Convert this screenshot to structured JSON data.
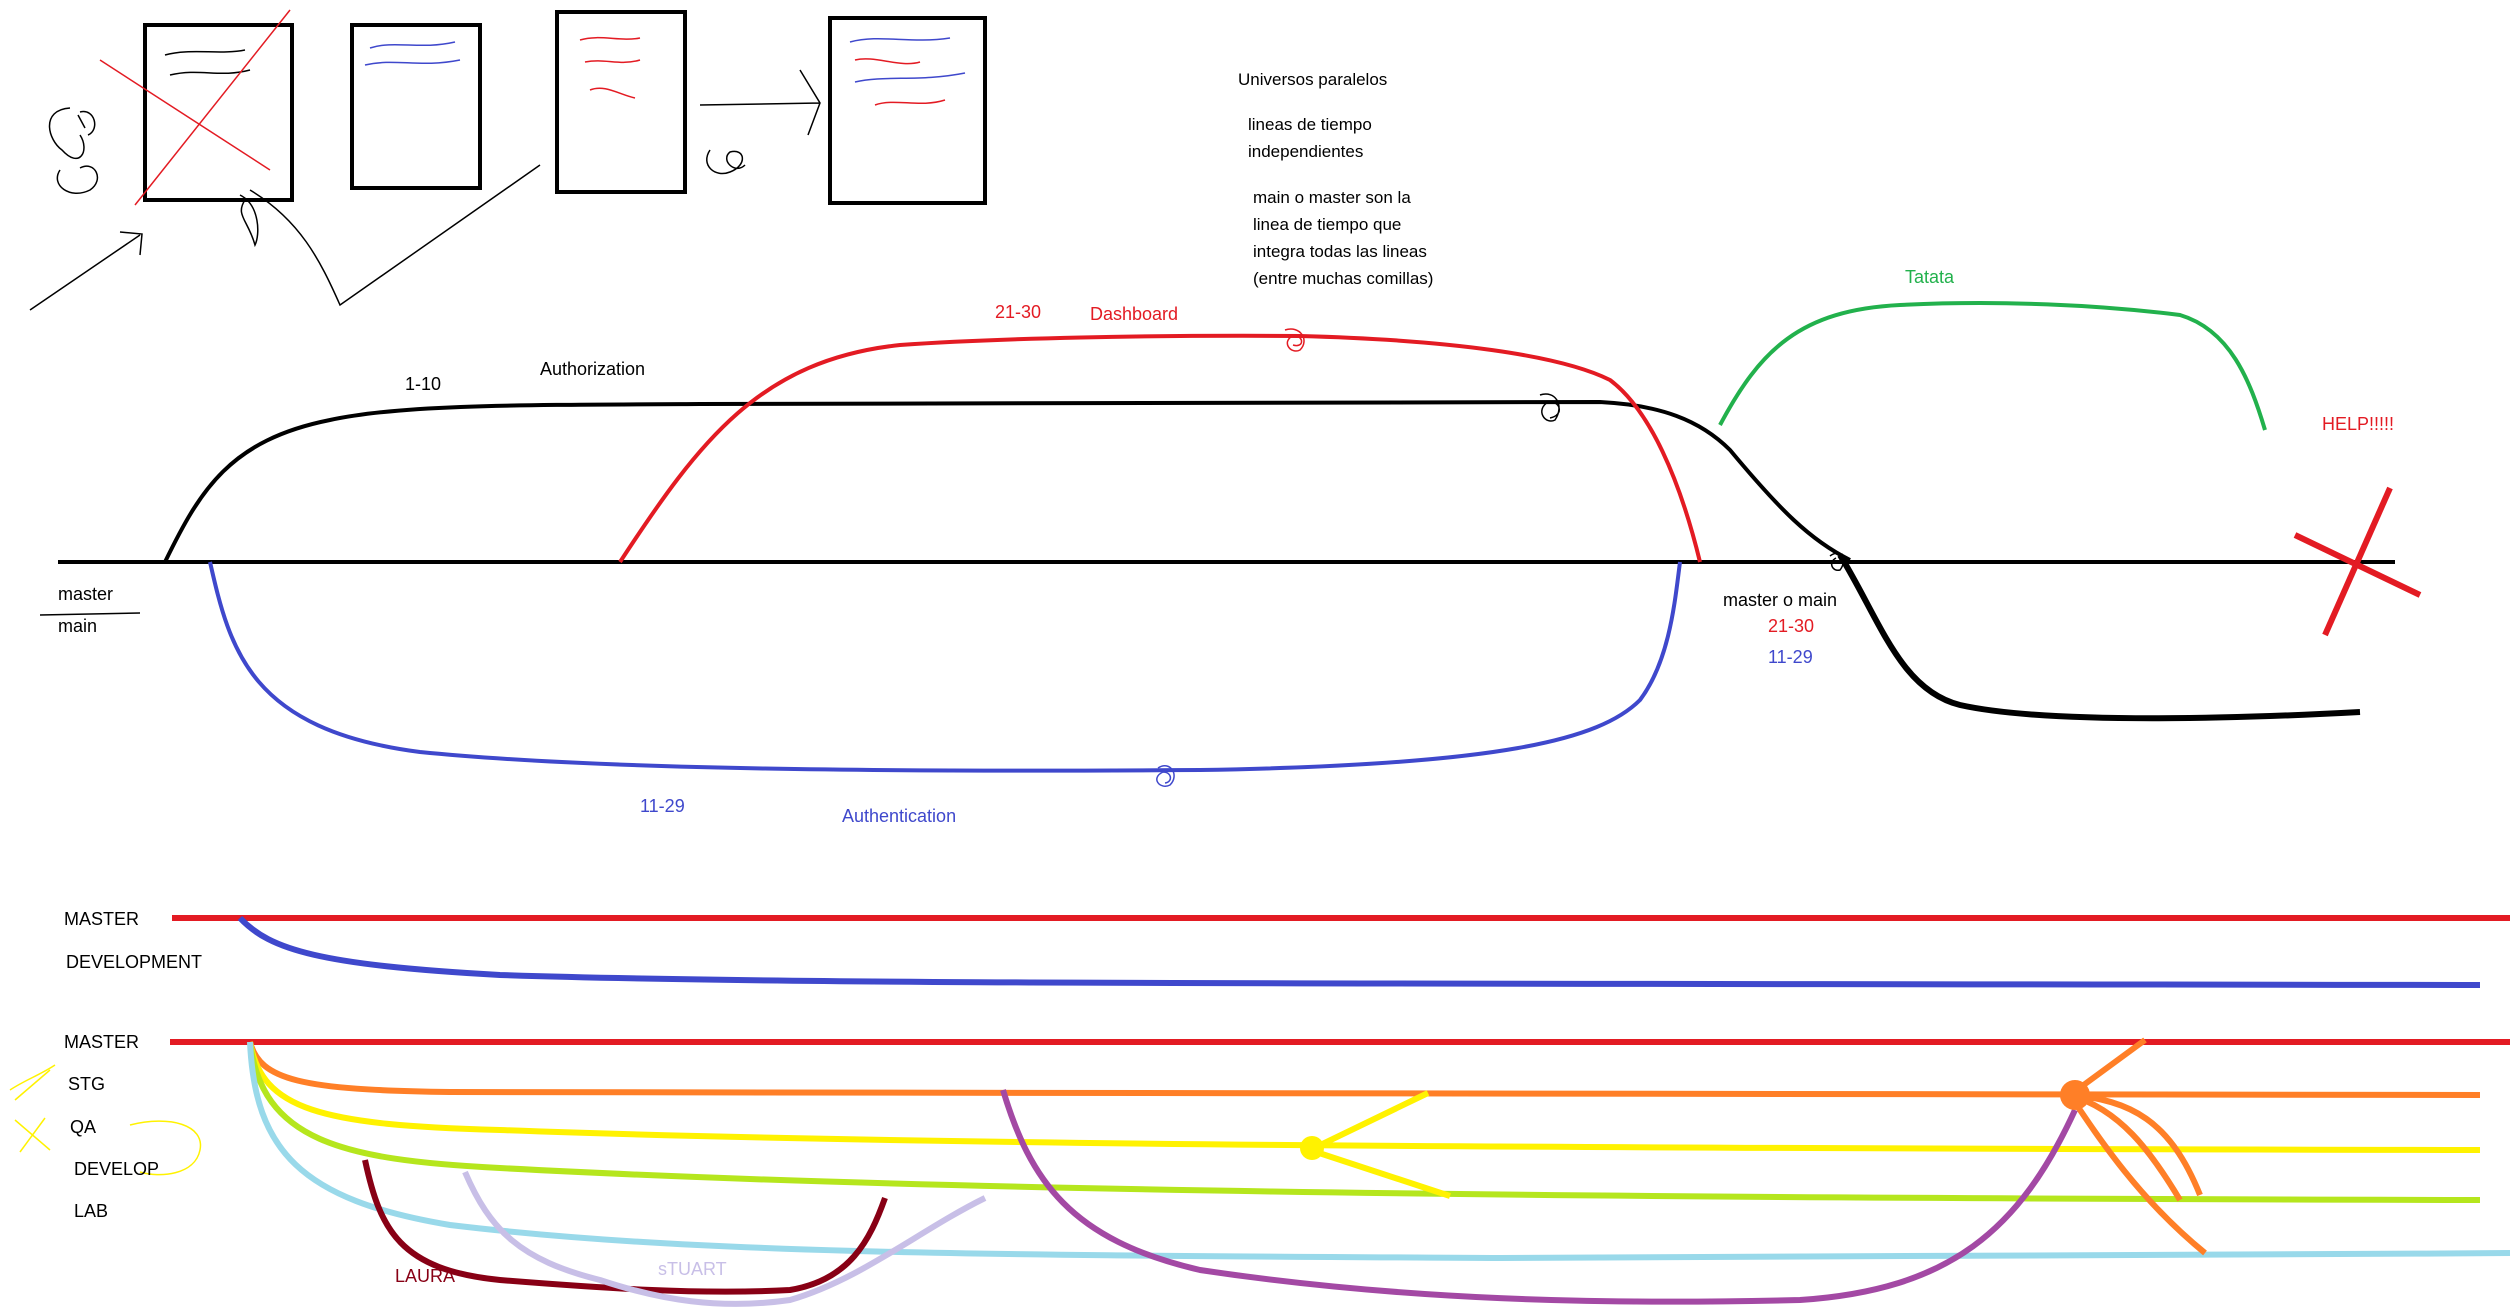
{
  "notes": {
    "title": "Universos paralelos",
    "line2": "lineas de tiempo",
    "line3": "independientes",
    "line4": "main o master son la",
    "line5": "linea de tiempo que",
    "line6": "integra todas las lineas",
    "line7": "(entre muchas comillas)"
  },
  "top_diagram": {
    "master_label": "master",
    "main_label": "main",
    "authorization": {
      "range": "1-10",
      "name": "Authorization"
    },
    "dashboard": {
      "range": "21-30",
      "name": "Dashboard"
    },
    "authentication": {
      "range": "11-29",
      "name": "Authentication"
    },
    "tatata": "Tatata",
    "help": "HELP!!!!!",
    "merge_label": "master o main",
    "merge_range_red": "21-30",
    "merge_range_blue": "11-29"
  },
  "bottom_diagram_1": {
    "master": "MASTER",
    "development": "DEVELOPMENT"
  },
  "bottom_diagram_2": {
    "master": "MASTER",
    "stg": "STG",
    "qa": "QA",
    "develop": "DEVELOP",
    "lab": "LAB",
    "laura": "LAURA",
    "stuart": "sTUART"
  },
  "colors": {
    "black": "#000000",
    "red": "#e31b23",
    "blue": "#3f48cc",
    "green": "#22b14c",
    "orange": "#ff7f27",
    "yellow": "#fff200",
    "lime": "#b5e61d",
    "lightblue": "#99d9ea",
    "maroon": "#880015",
    "lavender": "#c8bfe7",
    "purple": "#a349a4"
  }
}
